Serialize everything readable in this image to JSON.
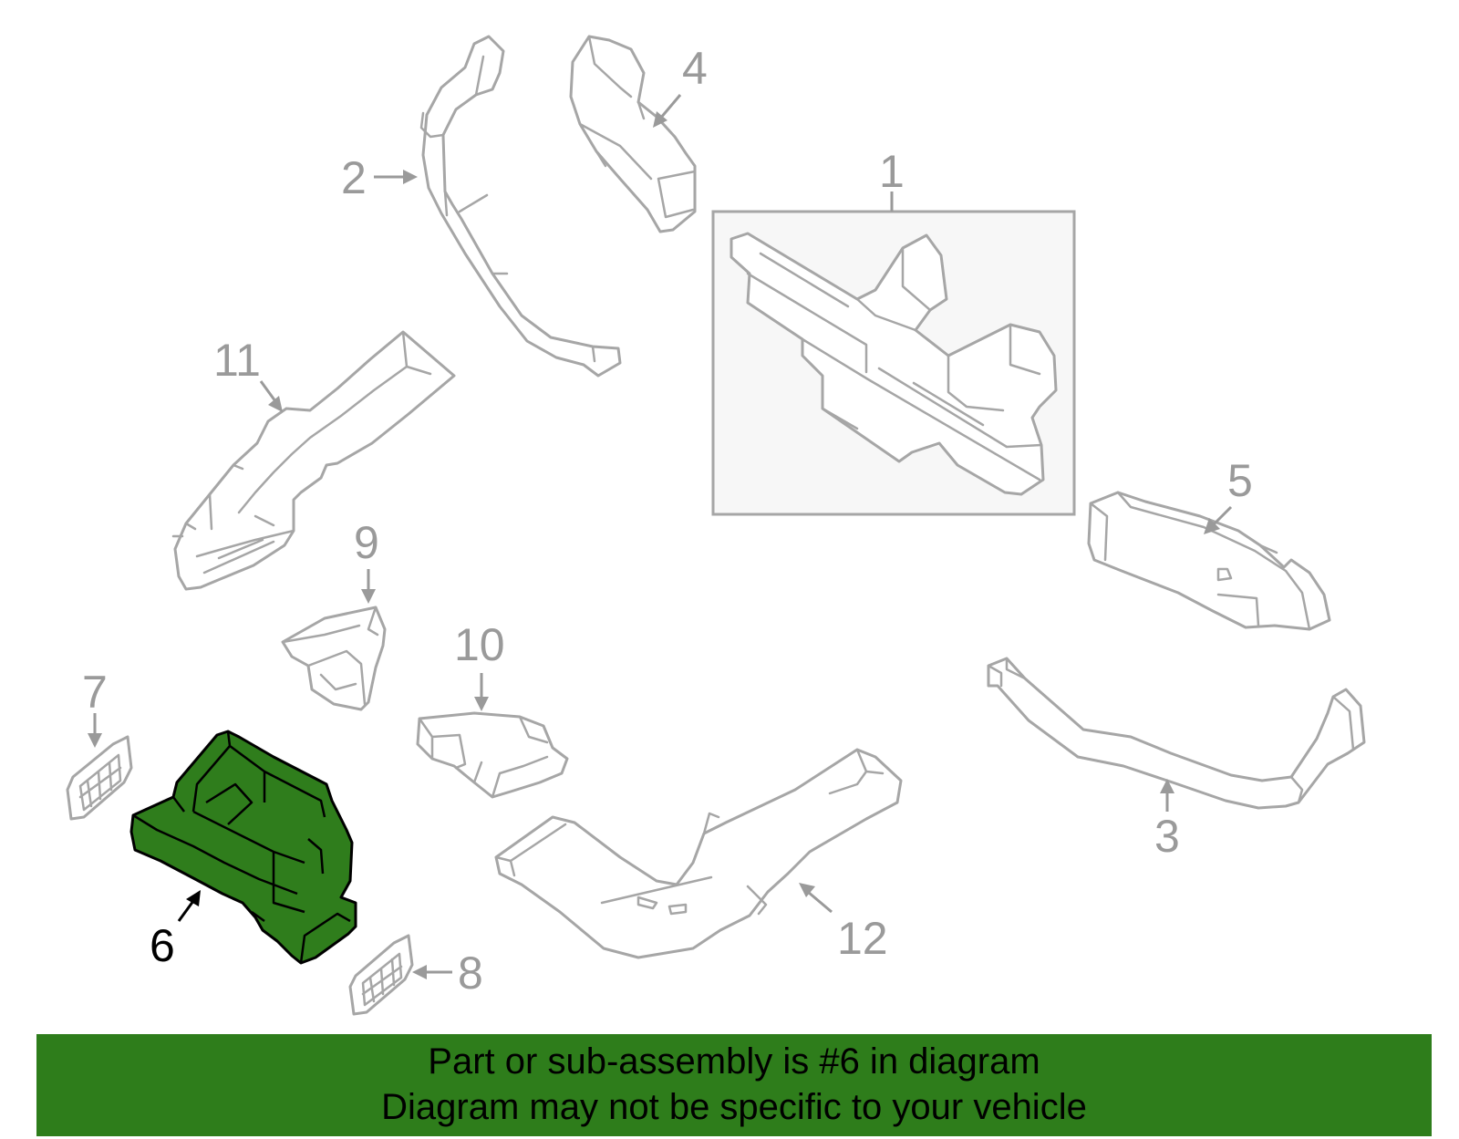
{
  "diagram": {
    "callouts": [
      "1",
      "2",
      "3",
      "4",
      "5",
      "6",
      "7",
      "8",
      "9",
      "10",
      "11",
      "12"
    ],
    "highlighted_part": "6",
    "highlight_color": "#2e7d1b",
    "line_color": "#a6a6a6"
  },
  "banner": {
    "line1": "Part or sub-assembly is #6 in diagram",
    "line2": "Diagram may not be specific to your vehicle",
    "background": "#2e7d1b"
  }
}
